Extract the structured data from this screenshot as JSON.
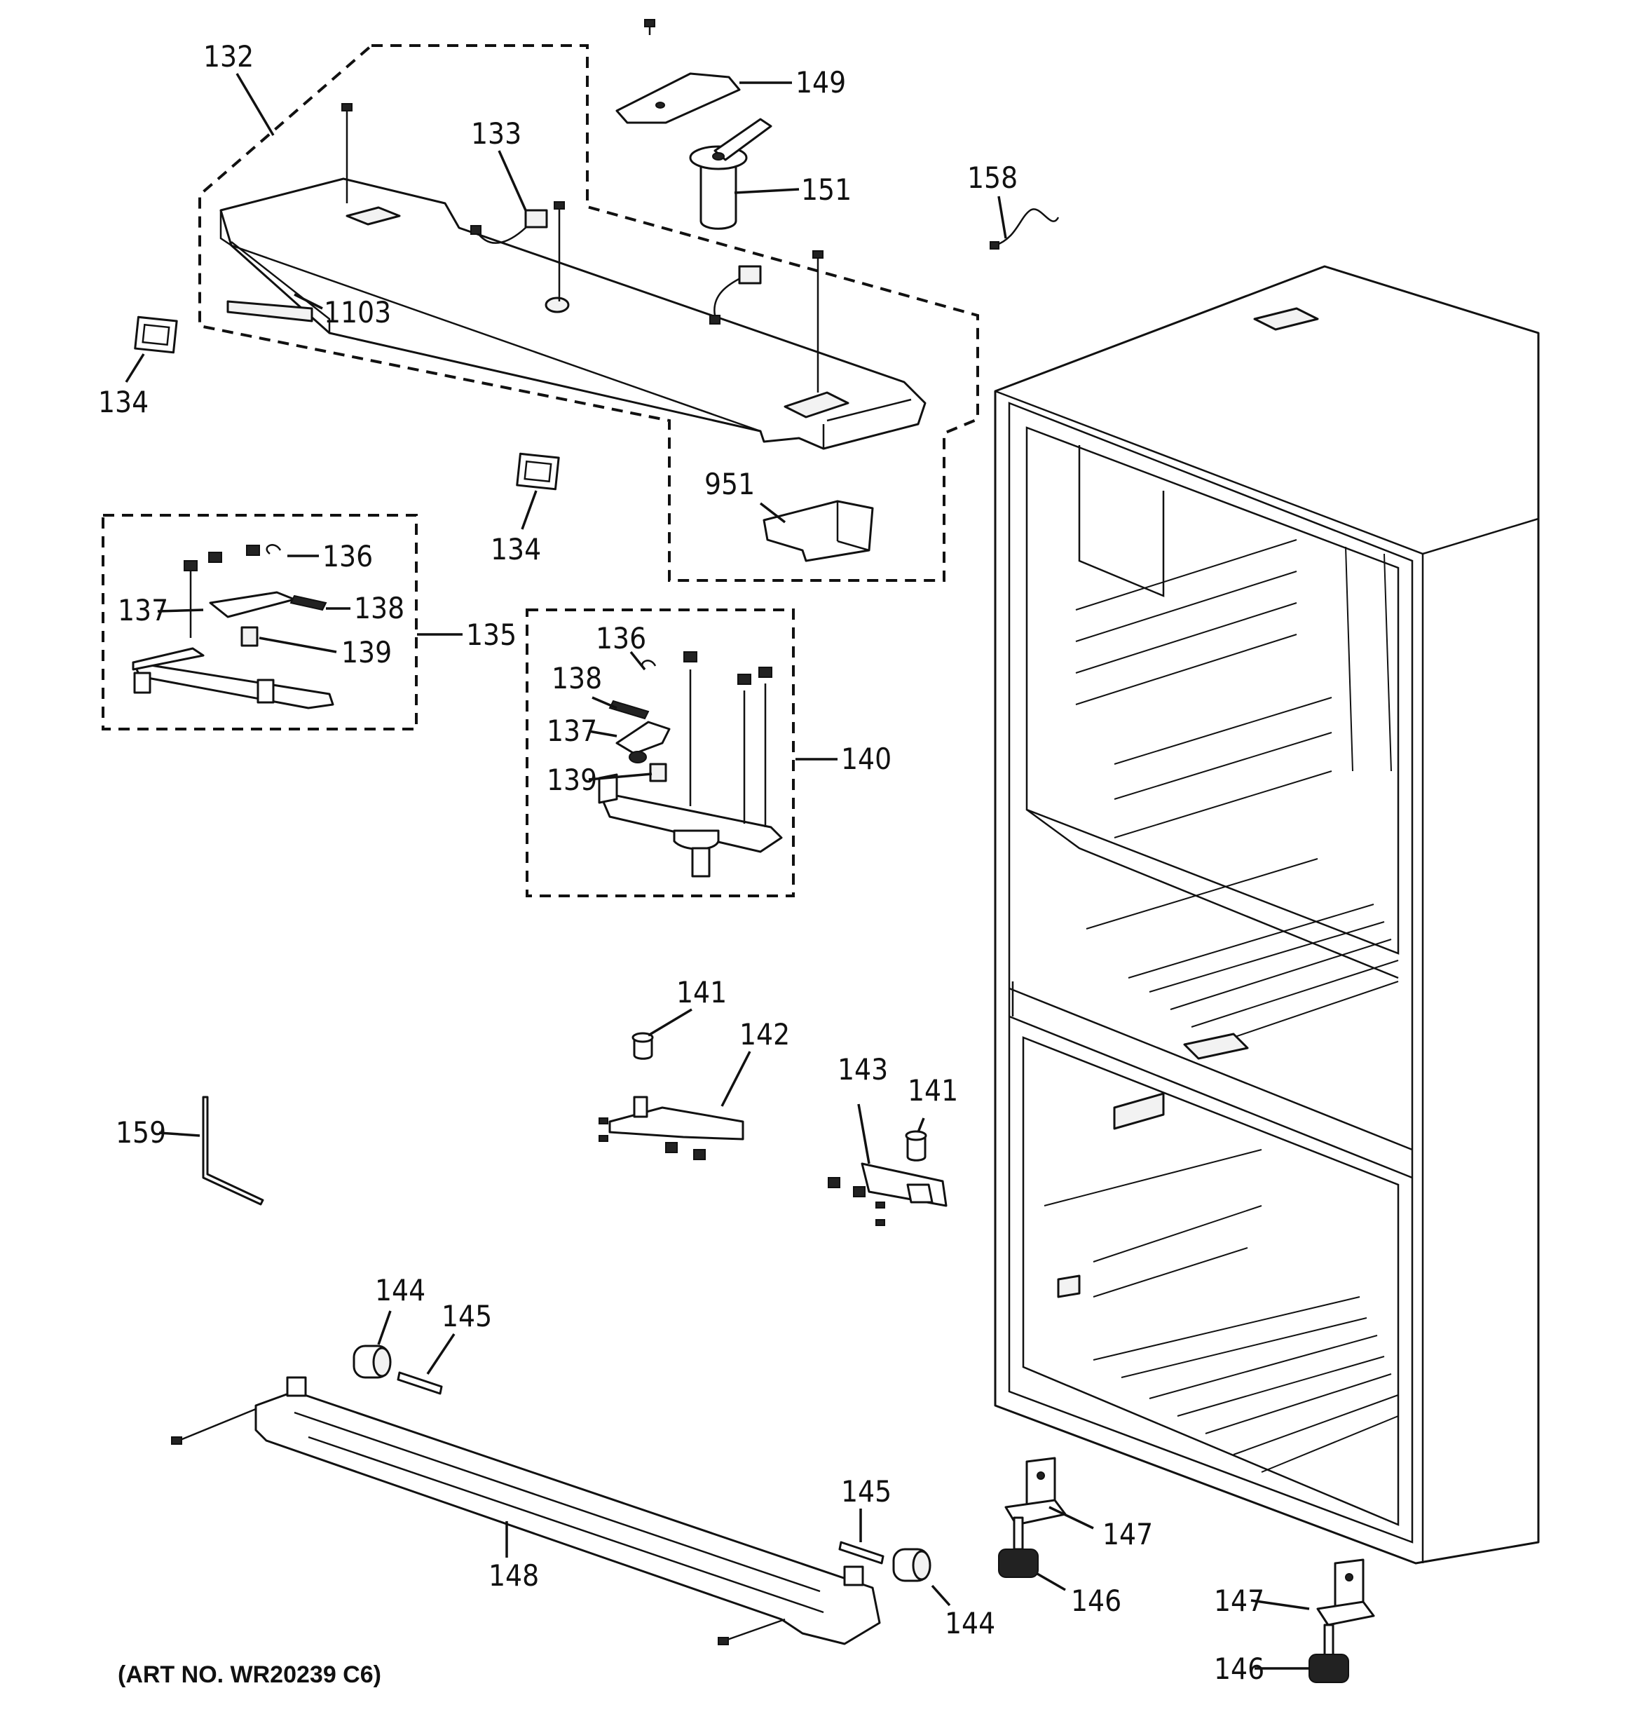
{
  "diagram": {
    "art_number": "(ART NO. WR20239 C6)",
    "part_callouts": {
      "c132": "132",
      "c133": "133",
      "c134a": "134",
      "c134b": "134",
      "c1103": "1103",
      "c149": "149",
      "c151": "151",
      "c158": "158",
      "c951": "951",
      "c135": "135",
      "c136a": "136",
      "c137a": "137",
      "c138a": "138",
      "c139a": "139",
      "c136b": "136",
      "c138b": "138",
      "c137b": "137",
      "c139b": "139",
      "c140": "140",
      "c141a": "141",
      "c142": "142",
      "c143": "143",
      "c141b": "141",
      "c159": "159",
      "c144a": "144",
      "c145a": "145",
      "c148": "148",
      "c145b": "145",
      "c144b": "144",
      "c147a": "147",
      "c146a": "146",
      "c147b": "147",
      "c146b": "146"
    }
  }
}
